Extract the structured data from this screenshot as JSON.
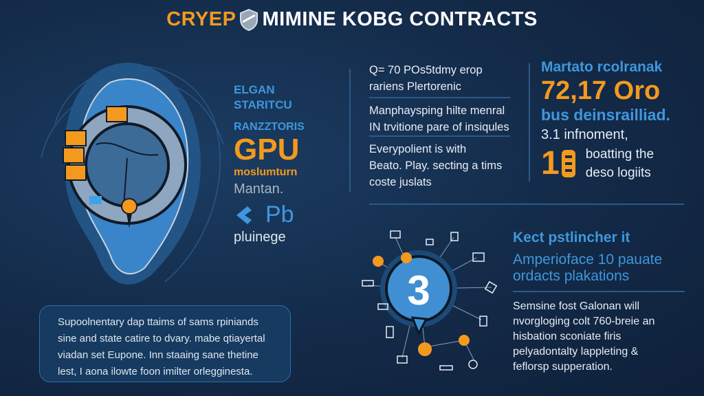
{
  "title": {
    "brand": "CRYEP",
    "rest": "MIMINE KOBG CONTRACTS"
  },
  "left_panel": {
    "line1": "ELGAN",
    "line2": "STARITCU",
    "line3": "RANZZTORIS",
    "big": "GPU",
    "sub_orange": "moslumturn",
    "sub_gray": "Mantan.",
    "code": "Pb",
    "foot": "pluinege"
  },
  "middle_panel": {
    "items": [
      {
        "lines": [
          "Q= 70 POs5tdmy erop",
          "rariens Plertorenic"
        ]
      },
      {
        "lines": [
          "Manphaysping hilte menral",
          "IN trvitione pare of insiqules"
        ]
      },
      {
        "lines": [
          "Everypolient is with",
          "Beato. Play. secting a tims",
          "coste juslats"
        ]
      }
    ]
  },
  "right_panel": {
    "heading": "Martato rcolranak",
    "stat": "72,17 Oro",
    "subheading": "bus deinsrailliad.",
    "note": "3.1 infnoment,",
    "big_number": "1",
    "desc": [
      "boatting the",
      "deso logiits"
    ]
  },
  "network": {
    "center_symbol": "3",
    "accent": "#f39a1e",
    "primary": "#3f8fd2"
  },
  "bottom_right": {
    "heading": "Kect pstlincher it",
    "subheading": [
      "Amperioface 10 pauate",
      "ordacts plakations"
    ],
    "body": [
      "Semsine fost Galonan will",
      "nvorgloging colt 760-breie an",
      "hisbation sconiate firis",
      "pelyadontalty lappleting &",
      "feflorsp supperation."
    ]
  },
  "bottom_box": {
    "lines": [
      "Supoolnentary dap ttaims of sams rpiniands",
      "sine and state catire to dvary. mabe qtiayertal",
      "viadan set Eupone. Inn staaing sane thetine",
      "lest, I aona ilowte foon imilter orlegginesta."
    ]
  }
}
